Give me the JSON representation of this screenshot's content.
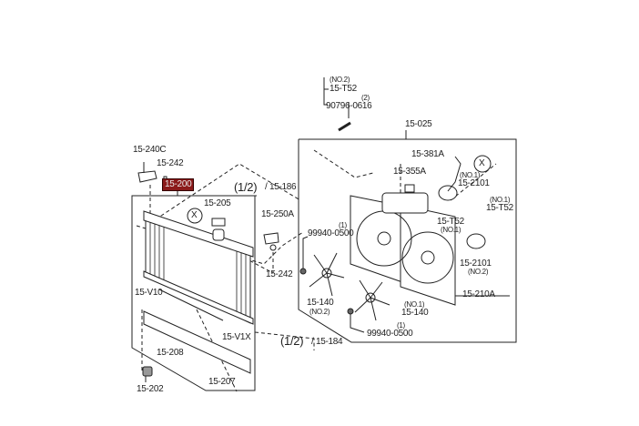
{
  "labels": {
    "no2_t52_top": "(NO.2)",
    "t52_top": "15-T52",
    "qty2": "(2)",
    "bolt_90796": "90796-0616",
    "fan_shroud_assy": "15-025",
    "hose_381a": "15-381A",
    "no1_2101": "(NO.1)",
    "motor_2101_no1": "15-2101",
    "cap_355a": "15-355A",
    "no1_t52_right": "(NO.1)",
    "t52_right": "15-T52",
    "t52_mid": "15-T52",
    "no1_t52_mid": "(NO.1)",
    "qty1_a": "(1)",
    "nut_99940_a": "99940-0500",
    "motor_2101_no2": "15-2101",
    "no2_2101": "(NO.2)",
    "shroud_210a": "15-210A",
    "fan_140_no2": "15-140",
    "no2_140": "(NO.2)",
    "no1_140": "(NO.1)",
    "fan_140_no1": "15-140",
    "qty1_b": "(1)",
    "nut_99940_b": "99940-0500",
    "bracket_240c": "15-240C",
    "cushion_242_top": "15-242",
    "radiator_200": "15-200",
    "ref_186_page": "(1/2)",
    "ref_186": "/ 15-186",
    "cap_205": "15-205",
    "bracket_250a": "15-250A",
    "cushion_242_right": "15-242",
    "v10": "15-V10",
    "v1x": "15-V1X",
    "ref_184_page": "(1/2)",
    "ref_184": "/ 15-184",
    "gasket_208": "15-208",
    "plug_207": "15-207",
    "cushion_202": "15-202",
    "x_marker": "X"
  },
  "colors": {
    "highlight": "#8b1a1a",
    "ink": "#222222"
  }
}
